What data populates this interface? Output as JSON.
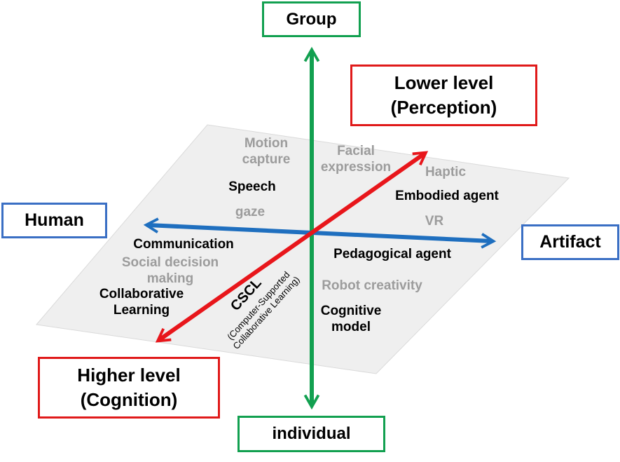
{
  "axes": {
    "vertical_top": "Group",
    "vertical_bottom": "individual",
    "horizontal_left": "Human",
    "horizontal_right": "Artifact",
    "diagonal_top_right": {
      "line1": "Lower level",
      "line2": "(Perception)"
    },
    "diagonal_bottom_left": {
      "line1": "Higher level",
      "line2": "(Cognition)"
    }
  },
  "labels": {
    "motion_capture": {
      "line1": "Motion",
      "line2": "capture"
    },
    "facial_expression": {
      "line1": "Facial",
      "line2": "expression"
    },
    "haptic": "Haptic",
    "speech": "Speech",
    "embodied_agent": "Embodied agent",
    "gaze": "gaze",
    "vr": "VR",
    "communication": "Communication",
    "pedagogical_agent": "Pedagogical agent",
    "social_decision_making": {
      "line1": "Social decision",
      "line2": "making"
    },
    "collaborative_learning": {
      "line1": "Collaborative",
      "line2": "Learning"
    },
    "robot_creativity": "Robot creativity",
    "cognitive_model": {
      "line1": "Cognitive",
      "line2": "model"
    },
    "cscl": {
      "title": "CSCL",
      "line1": "(Computer-Supported",
      "line2": "Collaborative Learning)"
    }
  },
  "colors": {
    "green_axis": "#12a050",
    "blue_axis": "#1f6fbf",
    "red_axis": "#e8161b",
    "plane_fill": "#efefef",
    "grey_text": "#9c9c9c"
  }
}
